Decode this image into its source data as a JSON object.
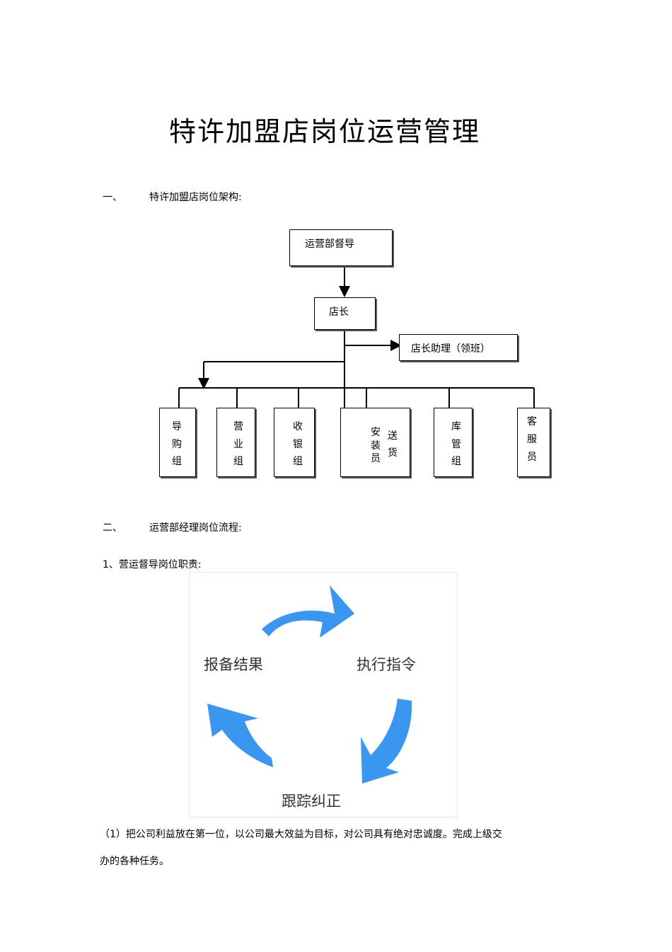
{
  "doc": {
    "title": "特许加盟店岗位运营管理",
    "section1": {
      "num": "一、",
      "text": "特许加盟店岗位架构:"
    },
    "section2": {
      "num": "二、",
      "text": "运营部经理岗位流程:"
    },
    "item1": "1、营运督导岗位职责:",
    "para1_line1": "（1）把公司利益放在第一位，以公司最大效益为目标，对公司具有绝对忠诚度。完成上级交",
    "para1_line2": "办的各种任务。"
  },
  "org": {
    "top": "运营部督导",
    "manager": "店长",
    "assistant": "店长助理（领班）",
    "groups": {
      "daogou": [
        "导",
        "购",
        "组"
      ],
      "yingye": [
        "营",
        "业",
        "组"
      ],
      "shouyin": [
        "收",
        "银",
        "组"
      ],
      "delivery_right": [
        "送",
        "货"
      ],
      "delivery_left": [
        "安",
        "装",
        "员"
      ],
      "kuguan": [
        "库",
        "管",
        "组"
      ],
      "kefu": [
        "客",
        "服",
        "员"
      ]
    }
  },
  "cycle": {
    "labels": [
      "报备结果",
      "执行指令",
      "跟踪纠正"
    ],
    "arrow_color": "#3a96ee"
  }
}
